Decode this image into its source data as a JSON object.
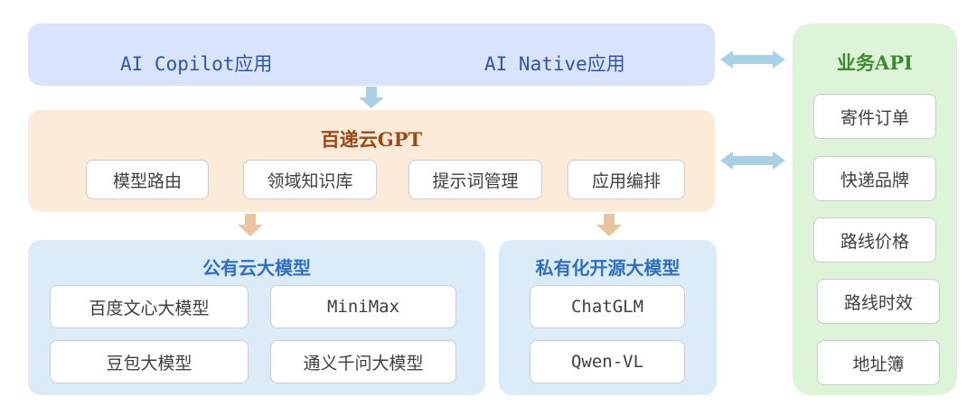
{
  "apps": {
    "copilot": "AI Copilot应用",
    "native": "AI Native应用"
  },
  "gpt": {
    "title": "百递云GPT",
    "modules": [
      "模型路由",
      "领域知识库",
      "提示词管理",
      "应用编排"
    ]
  },
  "public_cloud": {
    "title": "公有云大模型",
    "models": [
      "百度文心大模型",
      "MiniMax",
      "豆包大模型",
      "通义千问大模型"
    ]
  },
  "private_cloud": {
    "title": "私有化开源大模型",
    "models": [
      "ChatGLM",
      "Qwen-VL"
    ]
  },
  "business_api": {
    "title": "业务API",
    "items": [
      "寄件订单",
      "快递品牌",
      "路线价格",
      "路线时效",
      "地址簿"
    ]
  },
  "colors": {
    "app_layer": "#d9e3fb",
    "gpt_layer": "#fcebd8",
    "model_layer": "#dcebf8",
    "api_layer": "#def4d8",
    "gpt_title": "#9a4a17",
    "model_title": "#2f6fc0",
    "api_title": "#3a8a2e",
    "arrow_blue": "#a9d1e6",
    "arrow_orange": "#e8c59f"
  }
}
